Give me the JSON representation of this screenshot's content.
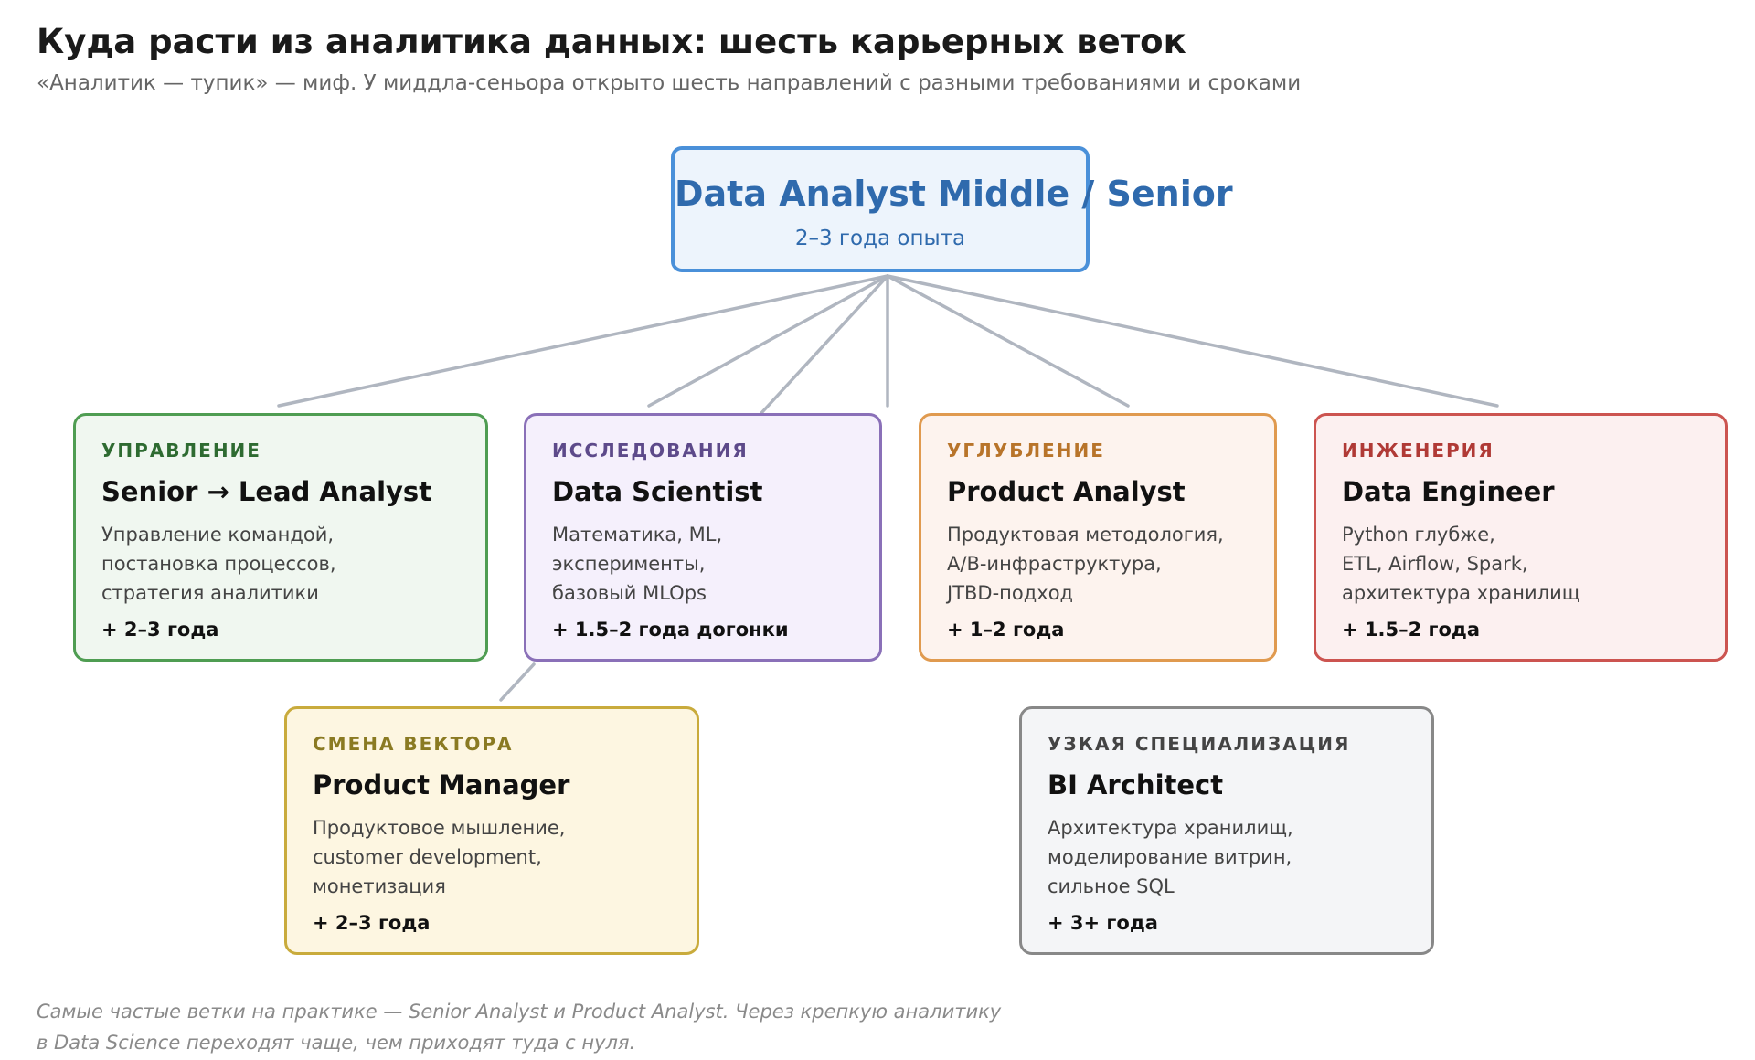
{
  "header": {
    "title": "Куда расти из аналитика данных: шесть карьерных веток",
    "subtitle": "«Аналитик — тупик» — миф. У миддла-сеньора открыто шесть направлений с разными требованиями и сроками"
  },
  "root": {
    "title": "Data Analyst Middle / Senior",
    "subtitle": "2–3 года опыта"
  },
  "cards": {
    "lead": {
      "category": "УПРАВЛЕНИЕ",
      "title": "Senior → Lead Analyst",
      "desc": [
        "Управление командой,",
        "постановка процессов,",
        "стратегия аналитики"
      ],
      "duration": "+ 2–3 года",
      "accent": "#2e6b31"
    },
    "ds": {
      "category": "ИССЛЕДОВАНИЯ",
      "title": "Data Scientist",
      "desc": [
        "Математика, ML,",
        "эксперименты,",
        "базовый MLOps"
      ],
      "duration": "+ 1.5–2 года догонки",
      "accent": "#5d4a8a"
    },
    "pa": {
      "category": "УГЛУБЛЕНИЕ",
      "title": "Product Analyst",
      "desc": [
        "Продуктовая методология,",
        "A/B-инфраструктура,",
        "JTBD-подход"
      ],
      "duration": "+ 1–2 года",
      "accent": "#b8742a"
    },
    "de": {
      "category": "ИНЖЕНЕРИЯ",
      "title": "Data Engineer",
      "desc": [
        "Python глубже,",
        "ETL, Airflow, Spark,",
        "архитектура хранилищ"
      ],
      "duration": "+ 1.5–2 года",
      "accent": "#b03a36"
    },
    "pm": {
      "category": "СМЕНА ВЕКТОРА",
      "title": "Product Manager",
      "desc": [
        "Продуктовое мышление,",
        "customer development,",
        "монетизация"
      ],
      "duration": "+ 2–3 года",
      "accent": "#8a7a22"
    },
    "bi": {
      "category": "УЗКАЯ СПЕЦИАЛИЗАЦИЯ",
      "title": "BI Architect",
      "desc": [
        "Архитектура хранилищ,",
        "моделирование витрин,",
        "сильное SQL"
      ],
      "duration": "+ 3+ года",
      "accent": "#444444"
    }
  },
  "footer": {
    "lines": [
      "Самые частые ветки на практике — Senior Analyst и Product Analyst. Через крепкую аналитику",
      "в Data Science переходят чаще, чем приходят туда с нуля."
    ]
  },
  "colors": {
    "connector": "#b0b6c0",
    "root_border": "#4a90d9",
    "root_text": "#2f6aad"
  }
}
